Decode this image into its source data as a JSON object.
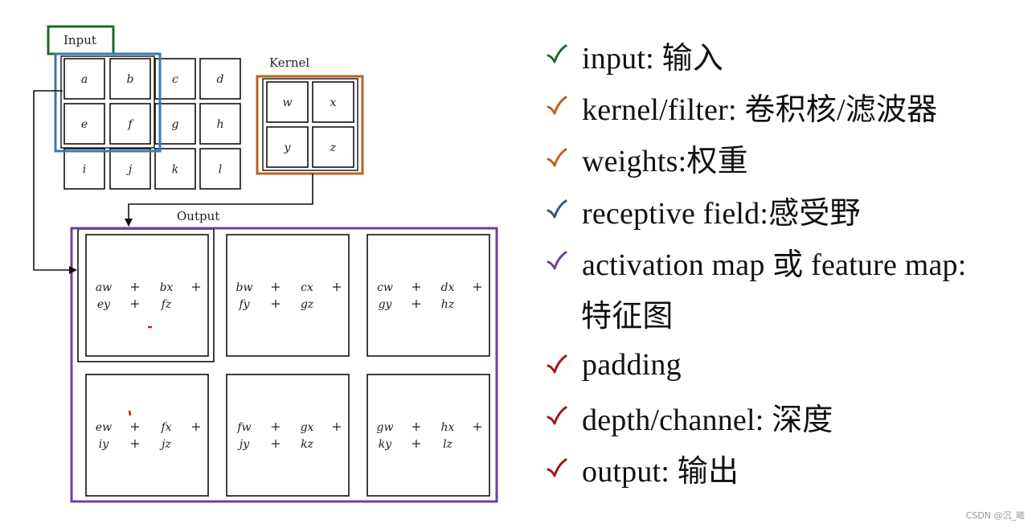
{
  "colors": {
    "input_box": "#1f6b2e",
    "receptive_box": "#3a78b0",
    "kernel_box": "#c2601f",
    "output_box": "#6f3fa0",
    "annotation": "#e01010"
  },
  "diagram": {
    "input_label": "Input",
    "kernel_label": "Kernel",
    "output_label": "Output",
    "input_cells": [
      "a",
      "b",
      "c",
      "d",
      "e",
      "f",
      "g",
      "h",
      "i",
      "j",
      "k",
      "l"
    ],
    "kernel_cells": [
      "w",
      "x",
      "y",
      "z"
    ],
    "output_cells": [
      {
        "r1": [
          "aw",
          "+",
          "bx",
          "+"
        ],
        "r2": [
          "ey",
          "+",
          "fz"
        ]
      },
      {
        "r1": [
          "bw",
          "+",
          "cx",
          "+"
        ],
        "r2": [
          "fy",
          "+",
          "gz"
        ]
      },
      {
        "r1": [
          "cw",
          "+",
          "dx",
          "+"
        ],
        "r2": [
          "gy",
          "+",
          "hz"
        ]
      },
      {
        "r1": [
          "ew",
          "+",
          "fx",
          "+"
        ],
        "r2": [
          "iy",
          "+",
          "jz"
        ]
      },
      {
        "r1": [
          "fw",
          "+",
          "gx",
          "+"
        ],
        "r2": [
          "jy",
          "+",
          "kz"
        ]
      },
      {
        "r1": [
          "gw",
          "+",
          "hx",
          "+"
        ],
        "r2": [
          "ky",
          "+",
          "lz"
        ]
      }
    ]
  },
  "terms": [
    {
      "text": "input: 输入",
      "check_color": "#1f6b2e",
      "icon": "check-icon"
    },
    {
      "text": "kernel/filter: 卷积核/滤波器",
      "check_color": "#c2601f",
      "icon": "check-icon"
    },
    {
      "text": "weights:权重",
      "check_color": "#c2601f",
      "icon": "check-icon"
    },
    {
      "text": "receptive field:感受野",
      "check_color": "#2f5a7e",
      "icon": "check-icon"
    },
    {
      "text": "activation map 或 feature map:",
      "check_color": "#6f3fa0",
      "icon": "check-icon"
    },
    {
      "text": "特征图",
      "check_color": null
    },
    {
      "text": "padding",
      "check_color": "#a01818",
      "icon": "check-icon"
    },
    {
      "text": "depth/channel: 深度",
      "check_color": "#a01818",
      "icon": "check-icon"
    },
    {
      "text": "output: 输出",
      "check_color": "#a01818",
      "icon": "check-icon"
    }
  ],
  "footer": {
    "watermark": "CSDN @沉_曦"
  }
}
